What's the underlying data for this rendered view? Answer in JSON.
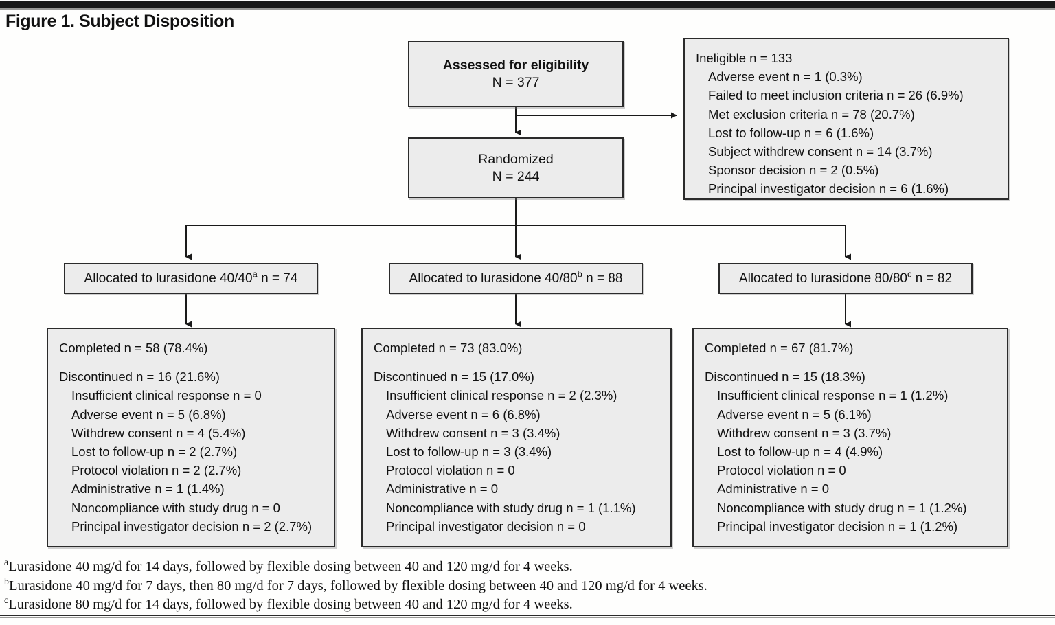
{
  "figure": {
    "title": "Figure 1. Subject Disposition"
  },
  "nodes": {
    "assessed": {
      "title": "Assessed for eligibility",
      "count": "N = 377"
    },
    "randomized": {
      "title": "Randomized",
      "count": "N = 244"
    },
    "ineligible": {
      "header": "Ineligible n = 133",
      "items": [
        "Adverse event n = 1 (0.3%)",
        "Failed to meet inclusion criteria n = 26 (6.9%)",
        "Met exclusion criteria n = 78 (20.7%)",
        "Lost to follow-up n = 6 (1.6%)",
        "Subject withdrew consent n = 14 (3.7%)",
        "Sponsor decision n = 2 (0.5%)",
        "Principal investigator decision n = 6 (1.6%)"
      ]
    }
  },
  "arms": [
    {
      "allocation_prefix": "Allocated to lurasidone 40/40",
      "allocation_footnote": "a",
      "allocation_suffix": " n = 74",
      "completed": "Completed n = 58 (78.4%)",
      "discontinued": "Discontinued n = 16 (21.6%)",
      "reasons": [
        "Insufficient clinical response n = 0",
        "Adverse event n = 5 (6.8%)",
        "Withdrew consent n = 4 (5.4%)",
        "Lost to follow-up n = 2 (2.7%)",
        "Protocol violation n = 2 (2.7%)",
        "Administrative n = 1 (1.4%)",
        "Noncompliance with study drug n = 0",
        "Principal investigator decision n = 2 (2.7%)"
      ]
    },
    {
      "allocation_prefix": "Allocated to lurasidone 40/80",
      "allocation_footnote": "b",
      "allocation_suffix": " n = 88",
      "completed": "Completed n = 73 (83.0%)",
      "discontinued": "Discontinued n = 15 (17.0%)",
      "reasons": [
        "Insufficient clinical response n = 2 (2.3%)",
        "Adverse event n = 6 (6.8%)",
        "Withdrew consent n = 3 (3.4%)",
        "Lost to follow-up n = 3 (3.4%)",
        "Protocol violation n = 0",
        "Administrative n = 0",
        "Noncompliance with study drug n = 1 (1.1%)",
        "Principal investigator decision n = 0"
      ]
    },
    {
      "allocation_prefix": "Allocated to lurasidone 80/80",
      "allocation_footnote": "c",
      "allocation_suffix": " n = 82",
      "completed": "Completed n = 67 (81.7%)",
      "discontinued": "Discontinued n = 15 (18.3%)",
      "reasons": [
        "Insufficient clinical response n = 1 (1.2%)",
        "Adverse event n = 5 (6.1%)",
        "Withdrew consent n = 3 (3.7%)",
        "Lost to follow-up n = 4 (4.9%)",
        "Protocol violation n = 0",
        "Administrative n = 0",
        "Noncompliance with study drug n = 1 (1.2%)",
        "Principal investigator decision n = 1 (1.2%)"
      ]
    }
  ],
  "footnotes": [
    {
      "marker": "a",
      "text": "Lurasidone 40 mg/d for 14 days, followed by flexible dosing between 40 and 120 mg/d for 4 weeks."
    },
    {
      "marker": "b",
      "text": "Lurasidone 40 mg/d for 7 days, then 80 mg/d for 7 days, followed by flexible dosing between 40 and 120 mg/d for 4 weeks."
    },
    {
      "marker": "c",
      "text": "Lurasidone 80 mg/d for 14 days, followed by flexible dosing between 40 and 120 mg/d for 4 weeks."
    }
  ],
  "colors": {
    "box_fill": "#ececec",
    "box_border": "#2b2b2b",
    "text": "#111111",
    "rule": "#1a1a1a"
  }
}
